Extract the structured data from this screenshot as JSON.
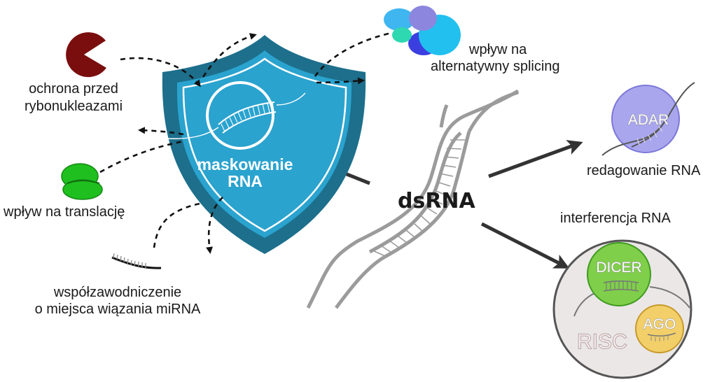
{
  "center": {
    "label": "dsRNA"
  },
  "shield": {
    "label_line1": "maskowanie",
    "label_line2": "RNA"
  },
  "left_effects": {
    "protection_line1": "ochrona przed",
    "protection_line2": "rybonukleazami",
    "translation": "wpływ na translację",
    "competition_line1": "współzawodniczenie",
    "competition_line2": "o miejsca wiązania miRNA"
  },
  "splicing": {
    "line1": "wpływ na",
    "line2": "alternatywny splicing"
  },
  "adar": {
    "enzyme": "ADAR",
    "label": "redagowanie RNA"
  },
  "rnai": {
    "title": "interferencja RNA",
    "dicer": "DICER",
    "ago": "AGO",
    "risc": "RISC"
  },
  "colors": {
    "shield_outer": "#1d6f8c",
    "shield_inner": "#2aa3cf",
    "pacman": "#7a0e0e",
    "ribosome": "#1fbf1f",
    "adar": "#a9a6ee",
    "dicer": "#7fcf4a",
    "ago": "#f3cf6a",
    "risc": "#ebe7e7"
  }
}
